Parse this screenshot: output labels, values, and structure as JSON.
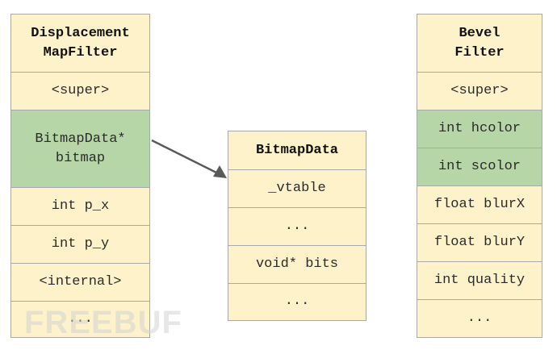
{
  "structs": {
    "displacement": {
      "header": "Displacement\nMapFilter",
      "fields": [
        {
          "label": "<super>",
          "highlight": false
        },
        {
          "label": "BitmapData*\nbitmap",
          "highlight": true
        },
        {
          "label": "int p_x",
          "highlight": false
        },
        {
          "label": "int p_y",
          "highlight": false
        },
        {
          "label": "<internal>",
          "highlight": false
        },
        {
          "label": "...",
          "highlight": false
        }
      ]
    },
    "bitmapdata": {
      "header": "BitmapData",
      "fields": [
        {
          "label": "_vtable",
          "highlight": false
        },
        {
          "label": "...",
          "highlight": false
        },
        {
          "label": "void* bits",
          "highlight": false
        },
        {
          "label": "...",
          "highlight": false
        }
      ]
    },
    "bevel": {
      "header": "Bevel\nFilter",
      "fields": [
        {
          "label": "<super>",
          "highlight": false
        },
        {
          "label": "int hcolor",
          "highlight": true
        },
        {
          "label": "int scolor",
          "highlight": true
        },
        {
          "label": "float blurX",
          "highlight": false
        },
        {
          "label": "float blurY",
          "highlight": false
        },
        {
          "label": "int quality",
          "highlight": false
        },
        {
          "label": "...",
          "highlight": false
        }
      ]
    }
  },
  "watermark": "FREEBUF",
  "colors": {
    "cell_fill": "#fdf2c9",
    "highlight_fill": "#b6d6a7",
    "border": "#a9a9a9",
    "arrow": "#5a5a5a"
  }
}
